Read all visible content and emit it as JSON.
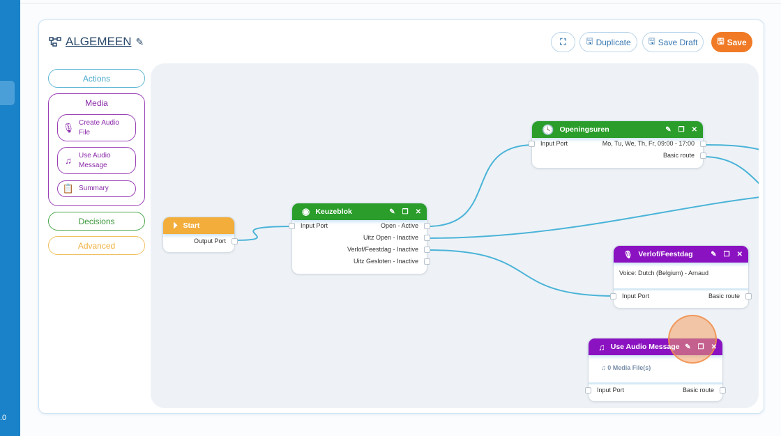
{
  "sidebar": {
    "version": ".0"
  },
  "header": {
    "title": "ALGEMEEN",
    "buttons": {
      "fullscreen": "",
      "duplicate": "Duplicate",
      "save_draft": "Save Draft",
      "save": "Save"
    }
  },
  "palette": {
    "actions": "Actions",
    "media": {
      "title": "Media",
      "items": [
        {
          "label": "Create Audio File",
          "icon": "microphone-icon"
        },
        {
          "label": "Use Audio Message",
          "icon": "music-icon"
        },
        {
          "label": "Summary",
          "icon": "clipboard-icon"
        }
      ]
    },
    "decisions": "Decisions",
    "advanced": "Advanced"
  },
  "colors": {
    "sidebar": "#1a82c8",
    "save": "#f07a25",
    "green": "#2a9d2a",
    "purple": "#8b12c0",
    "orange": "#f2ad3b",
    "link": "#4ab3d8"
  },
  "nodes": {
    "start": {
      "title": "Start",
      "output": "Output Port"
    },
    "keuzeblok": {
      "title": "Keuzeblok",
      "input": "Input Port",
      "outputs": [
        "Open - Active",
        "Uitz Open - Inactive",
        "Verlof/Feestdag - Inactive",
        "Uitz Gesloten - Inactive"
      ]
    },
    "openingsuren": {
      "title": "Openingsuren",
      "input": "Input Port",
      "outputs": [
        "Mo, Tu, We, Th, Fr, 09:00 - 17:00",
        "Basic route"
      ]
    },
    "verlof": {
      "title": "Verlof/Feestdag",
      "body": "Voice: Dutch (Belgium) - Arnaud",
      "input": "Input Port",
      "output": "Basic route"
    },
    "audio": {
      "title": "Use Audio Message",
      "body": "0 Media File(s)",
      "input": "Input Port",
      "output": "Basic route"
    }
  }
}
